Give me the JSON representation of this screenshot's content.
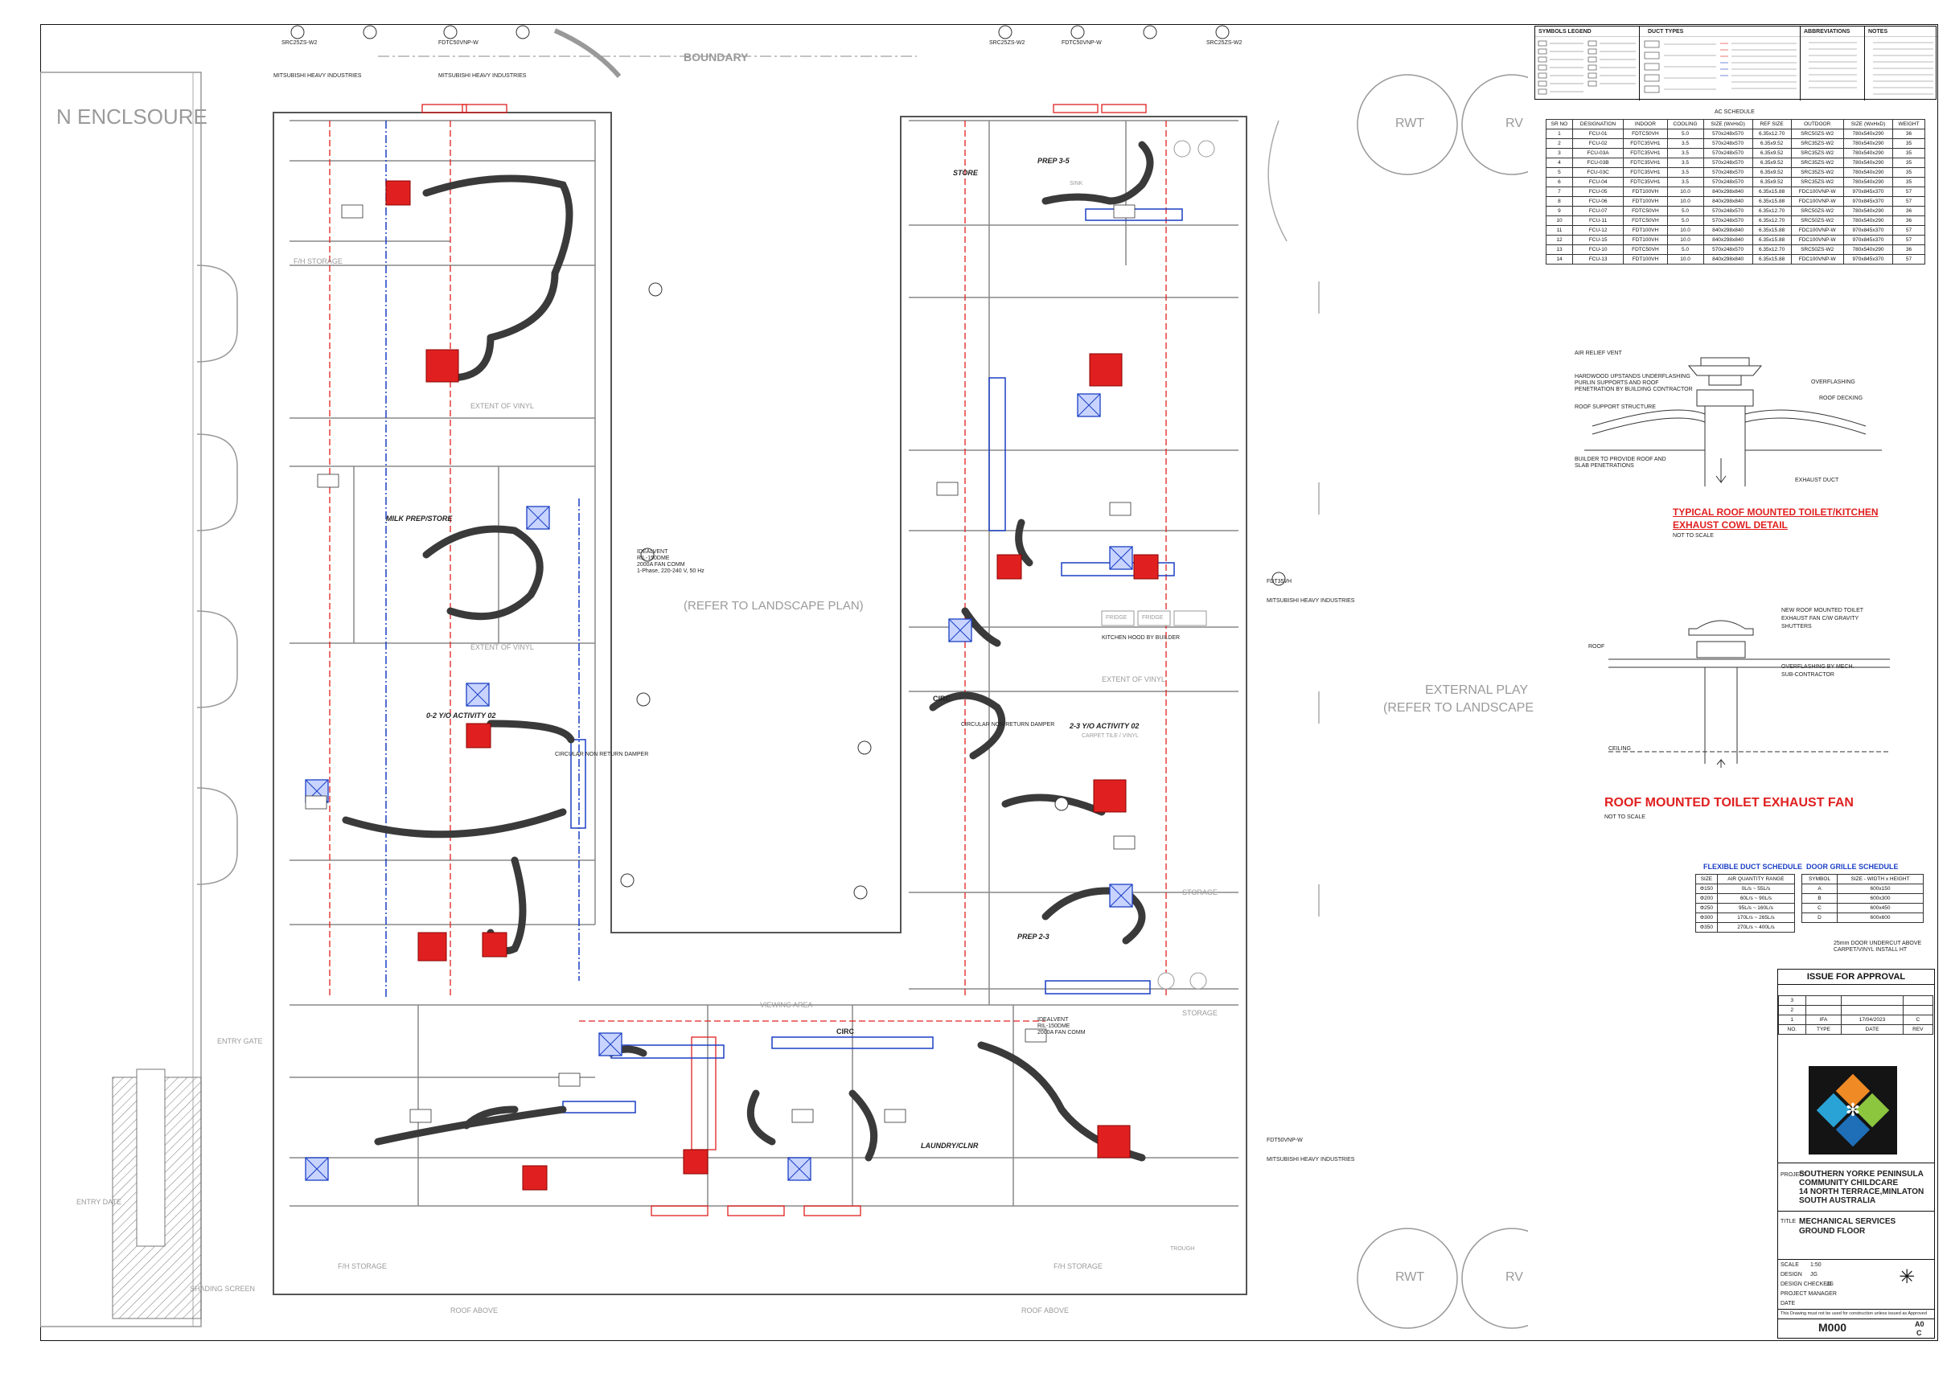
{
  "title_block": {
    "status": "ISSUE FOR APPROVAL",
    "revisions": [
      {
        "no": "3",
        "type": "",
        "date": "",
        "rev": ""
      },
      {
        "no": "2",
        "type": "",
        "date": "",
        "rev": ""
      },
      {
        "no": "1",
        "type": "IFA",
        "date": "17/04/2023",
        "rev": "C"
      }
    ],
    "rev_headers": {
      "no": "NO.",
      "type": "TYPE",
      "date": "DATE",
      "rev": "REV"
    },
    "project_label": "PROJECT",
    "project_lines": [
      "SOUTHERN YORKE PENINSULA",
      "COMMUNITY CHILDCARE",
      "14 NORTH TERRACE,MINLATON",
      "SOUTH AUSTRALIA"
    ],
    "title_label": "TITLE",
    "title_lines": [
      "MECHANICAL SERVICES",
      "GROUND FLOOR"
    ],
    "scale_label": "SCALE",
    "scale": "1:50",
    "design_label": "DESIGN",
    "design": "JG",
    "checked_label": "DESIGN CHECKED",
    "checked": "JG",
    "project_mgr_label": "PROJECT MANAGER",
    "date_label": "DATE",
    "drawing_no": "M000",
    "size": "A0",
    "rev": "C",
    "legal": "This Drawing must not be used for construction unless issued as Approved"
  },
  "plan_labels": {
    "boundary": "BOUNDARY",
    "enclosure": "N ENCLSOURE",
    "rwt_left": "RWT",
    "rv_left": "RV",
    "rwt_right": "RWT",
    "rv_right": "RV",
    "external_play_center": "(REFER TO LANDSCAPE PLAN)",
    "external_play_right": "EXTERNAL PLAY",
    "external_play_right_2": "(REFER TO LANDSCAPE",
    "roof_above": "ROOF ABOVE",
    "entry_gate": "ENTRY GATE",
    "entry_date": "ENTRY DATE",
    "shading_screen": "SHADING SCREEN",
    "viewing_area": "VIEWING AREA",
    "extent_vinyl": "EXTENT OF VINYL",
    "fh_storage": "F/H STORAGE",
    "storage": "STORAGE",
    "circ": "CIRC",
    "milk_prep": "MILK PREP/STORE",
    "activity_23": "2-3 Y/O ACTIVITY 02",
    "activity_02": "0-2 Y/O ACTIVITY 02",
    "prep_35": "PREP 3-5",
    "prep_23": "PREP 2-3",
    "store": "STORE",
    "laundry": "LAUNDRY/CLNR",
    "kitchen_hood": "KITCHEN HOOD BY BUILDER",
    "fridge": "FRIDGE",
    "trough": "TROUGH",
    "sink": "SINK",
    "carpet_tile": "CARPET TILE / VINYL"
  },
  "unit_tags": [
    "SRC25ZS-W2",
    "FDTC50VNP-W",
    "FDT35VH",
    "FDT50VNP-W",
    "MITSUBISHI HEAVY INDUSTRIES",
    "IDEALVENT",
    "RIL-150DME",
    "2000A FAN COMM",
    "1-Phase, 220-240 V, 50 Hz",
    "CIRCULAR NON RETURN DAMPER"
  ],
  "ac_schedule": {
    "title": "AC SCHEDULE",
    "headers": [
      "SR NO",
      "DESIGNATION",
      "INDOOR",
      "COOLING",
      "SIZE (WxHxD)",
      "REF SIZE",
      "OUTDOOR",
      "SIZE (WxHxD)",
      "WEIGHT"
    ],
    "rows": [
      [
        "1",
        "FCU-01",
        "FDTC50VH",
        "5.0",
        "570x248x570",
        "6.35x12.70",
        "SRC50ZS-W2",
        "780x540x290",
        "36"
      ],
      [
        "2",
        "FCU-02",
        "FDTC35VH1",
        "3.5",
        "570x248x570",
        "6.35x9.52",
        "SRC35ZS-W2",
        "780x540x290",
        "35"
      ],
      [
        "3",
        "FCU-03A",
        "FDTC35VH1",
        "3.5",
        "570x248x570",
        "6.35x9.52",
        "SRC35ZS-W2",
        "780x540x290",
        "35"
      ],
      [
        "4",
        "FCU-03B",
        "FDTC35VH1",
        "3.5",
        "570x248x570",
        "6.35x9.52",
        "SRC35ZS-W2",
        "780x540x290",
        "35"
      ],
      [
        "5",
        "FCU-03C",
        "FDTC35VH1",
        "3.5",
        "570x248x570",
        "6.35x9.52",
        "SRC35ZS-W2",
        "780x540x290",
        "35"
      ],
      [
        "6",
        "FCU-04",
        "FDTC35VH1",
        "3.5",
        "570x248x570",
        "6.35x9.52",
        "SRC35ZS-W2",
        "780x540x290",
        "35"
      ],
      [
        "7",
        "FCU-05",
        "FDT100VH",
        "10.0",
        "840x298x840",
        "6.35x15.88",
        "FDC100VNP-W",
        "970x845x370",
        "57"
      ],
      [
        "8",
        "FCU-06",
        "FDT100VH",
        "10.0",
        "840x298x840",
        "6.35x15.88",
        "FDC100VNP-W",
        "970x845x370",
        "57"
      ],
      [
        "9",
        "FCU-07",
        "FDTC50VH",
        "5.0",
        "570x248x570",
        "6.35x12.70",
        "SRC50ZS-W2",
        "780x540x290",
        "36"
      ],
      [
        "10",
        "FCU-11",
        "FDTC50VH",
        "5.0",
        "570x248x570",
        "6.35x12.70",
        "SRC50ZS-W2",
        "780x540x290",
        "36"
      ],
      [
        "11",
        "FCU-12",
        "FDT100VH",
        "10.0",
        "840x298x840",
        "6.35x15.88",
        "FDC100VNP-W",
        "970x845x370",
        "57"
      ],
      [
        "12",
        "FCU-15",
        "FDT100VH",
        "10.0",
        "840x298x840",
        "6.35x15.88",
        "FDC100VNP-W",
        "970x845x370",
        "57"
      ],
      [
        "13",
        "FCU-10",
        "FDTC50VH",
        "5.0",
        "570x248x570",
        "6.35x12.70",
        "SRC50ZS-W2",
        "780x540x290",
        "36"
      ],
      [
        "14",
        "FCU-13",
        "FDT100VH",
        "10.0",
        "840x298x840",
        "6.35x15.88",
        "FDC100VNP-W",
        "970x845x370",
        "57"
      ]
    ]
  },
  "legend": {
    "symbols_title": "SYMBOLS LEGEND",
    "duct_types_title": "DUCT TYPES",
    "abbrev_title": "ABBREVIATIONS",
    "notes_title": "NOTES"
  },
  "details": {
    "cowl_title_1": "TYPICAL ROOF MOUNTED TOILET/KITCHEN",
    "cowl_title_2": "EXHAUST COWL DETAIL",
    "cowl_scale": "NOT TO SCALE",
    "cowl_labels": [
      "AIR RELIEF VENT",
      "HARDWOOD UPSTANDS UNDERFLASHING PURLIN SUPPORTS AND ROOF PENETRATION BY BUILDING CONTRACTOR",
      "ROOF SUPPORT STRUCTURE",
      "BUILDER TO PROVIDE ROOF AND SLAB PENETRATIONS",
      "OVERFLASHING",
      "ROOF DECKING",
      "EXHAUST DUCT"
    ],
    "fan_title": "ROOF MOUNTED TOILET EXHAUST FAN",
    "fan_scale": "NOT TO SCALE",
    "fan_labels": [
      "NEW ROOF MOUNTED TOILET",
      "EXHAUST FAN C/W GRAVITY",
      "SHUTTERS",
      "ROOF",
      "OVERFLASHING BY MECH.",
      "SUB-CONTRACTOR",
      "CEILING"
    ]
  },
  "flex_schedule": {
    "title": "FLEXIBLE DUCT SCHEDULE",
    "headers": [
      "SIZE",
      "AIR QUANTITY RANGE"
    ],
    "rows": [
      [
        "Φ150",
        "0L/s ~ 55L/s"
      ],
      [
        "Φ200",
        "60L/s ~ 90L/s"
      ],
      [
        "Φ250",
        "95L/s ~ 160L/s"
      ],
      [
        "Φ300",
        "170L/s ~ 265L/s"
      ],
      [
        "Φ350",
        "270L/s ~ 400L/s"
      ]
    ]
  },
  "grille_schedule": {
    "title": "DOOR GRILLE SCHEDULE",
    "headers": [
      "SYMBOL",
      "SIZE - WIDTH x HEIGHT"
    ],
    "rows": [
      [
        "A",
        "600x150"
      ],
      [
        "B",
        "600x300"
      ],
      [
        "C",
        "600x450"
      ],
      [
        "D",
        "600x600"
      ]
    ],
    "note": "25mm DOOR UNDERCUT ABOVE CARPET/VINYL INSTALL HT"
  },
  "colors": {
    "duct_red": "#e02020",
    "duct_blue": "#1b3fc4",
    "flex_dark": "#3a3a3a",
    "wall": "#777777"
  }
}
